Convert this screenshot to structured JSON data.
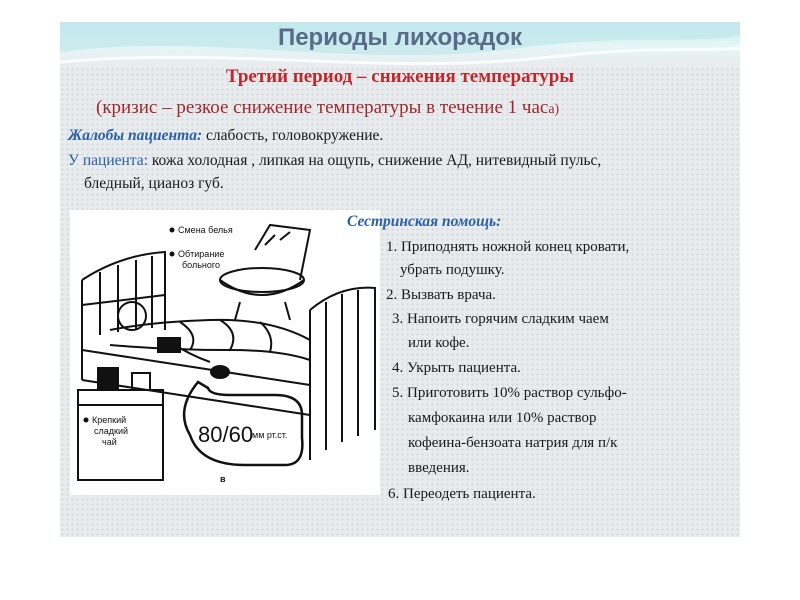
{
  "title": "Периоды лихорадок",
  "subtitle": "Третий  период – снижения температуры",
  "crisis": {
    "main": "(кризис – резкое снижение температуры в течение 1 час",
    "tail": "а)"
  },
  "complaints": {
    "label": "Жалобы пациента:",
    "text": " слабость, головокружение."
  },
  "patient": {
    "label": "У пациента:",
    "line1": " кожа холодная , липкая на ощупь, снижение АД, нитевидный пульс,",
    "line2": "бледный, цианоз губ."
  },
  "nursing": {
    "title": "Сестринская помощь:",
    "lines": [
      "1. Приподнять ножной конец кровати,",
      "убрать подушку.",
      "2. Вызвать врача.",
      "3. Напоить горячим сладким чаем",
      "или кофе.",
      "4. Укрыть пациента.",
      "5. Приготовить 10% раствор сульфо-",
      "камфокаина или 10% раствор",
      "кофеина-бензоата натрия для п/к",
      "введения.",
      "6. Переодеть пациента."
    ]
  },
  "illustration": {
    "captions": {
      "linen": "Смена белья",
      "wipe1": "Обтирание",
      "wipe2": "больного",
      "tea1": "Крепкий",
      "tea2": "сладкий",
      "tea3": "чай",
      "bp_value": "80/60",
      "bp_unit": "мм рт.ст.",
      "letter": "в"
    }
  },
  "colors": {
    "title": "#5a6a8a",
    "red": "#c0272d",
    "blue": "#2b5fa6"
  }
}
